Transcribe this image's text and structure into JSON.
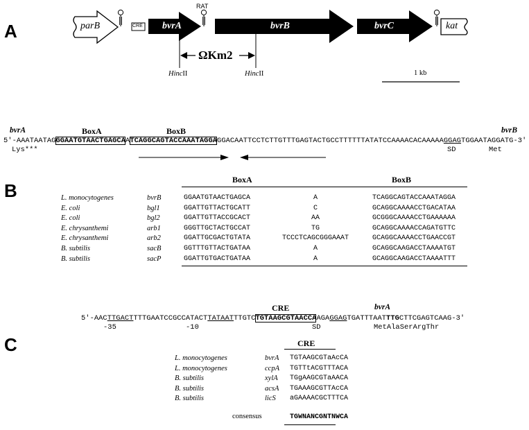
{
  "panel_a": {
    "letter": "A",
    "genes": {
      "parB": "parB",
      "cre": "CRE",
      "bvrA": "bvrA",
      "bvrB": "bvrB",
      "bvrC": "bvrC",
      "kat": "kat"
    },
    "rat": "RAT",
    "omega": "ΩKm2",
    "hinc_left": {
      "site": "Hinc",
      "roman": "II"
    },
    "hinc_right": {
      "site": "Hinc",
      "roman": "II"
    },
    "scale": "1 kb"
  },
  "sequence_bvr": {
    "gene_left": "bvrA",
    "gene_right": "bvrB",
    "box_a_label": "BoxA",
    "box_b_label": "BoxB",
    "prefix": "5'-AAATAATAG",
    "box_a": "GGAATGTAACTGAGCA",
    "between": "A",
    "box_b": "TCAGGCAGTACCAAATAGGA",
    "middle": "GGACAATTCCTCTTGTTTGAGTACTGCCTTTTTTATATCCAAAACACAAAAA",
    "sd": "GGAG",
    "suffix": "TGGAATAGGATG-3'",
    "lys": "Lys***",
    "sd_label": "SD",
    "met": "Met"
  },
  "panel_b": {
    "letter": "B",
    "col_box_a": "BoxA",
    "col_box_b": "BoxB",
    "rows": [
      {
        "organism": "L. monocytogenes",
        "gene": "bvrB",
        "box_a": "GGAATGTAACTGAGCA",
        "spacer": "A",
        "box_b": "TCAGGCAGTACCAAATAGGA"
      },
      {
        "organism": "E. coli",
        "gene": "bgl1",
        "box_a": "GGATTGTTACTGCATT",
        "spacer": "C",
        "box_b": "GCAGGCAAAACCTGACATAA"
      },
      {
        "organism": "E. coli",
        "gene": "bgl2",
        "box_a": "GGATTGTTACCGCACT",
        "spacer": "AA",
        "box_b": "GCGGGCAAAACCTGAAAAAA"
      },
      {
        "organism": "E. chrysanthemi",
        "gene": "arb1",
        "box_a": "GGGTTGCTACTGCCAT",
        "spacer": "TG",
        "box_b": "GCAGGCAAAACCAGATGTTC"
      },
      {
        "organism": "E. chrysanthemi",
        "gene": "arb2",
        "box_a": "GGATTGCGACTGTATA",
        "spacer": "TCCCTCAGCGGGAAAT",
        "box_b": "GCAGGCAAAACCTGAACCGT"
      },
      {
        "organism": "B. subtilis",
        "gene": "sacB",
        "box_a": "GGTTTGTTACTGATAA",
        "spacer": "A",
        "box_b": "GCAGGCAAGACCTAAAATGT"
      },
      {
        "organism": "B. subtilis",
        "gene": "sacP",
        "box_a": "GGATTGTGACTGATAA",
        "spacer": "A",
        "box_b": "GCAGGCAAGACCTAAAATTT"
      }
    ]
  },
  "sequence_cre": {
    "cre_label": "CRE",
    "gene": "bvrA",
    "s1": "5'-AAC",
    "m35": "TTGACT",
    "s2": "TTTGAATCCGCCATACT",
    "m10": "TATAAT",
    "s3": "TTGTC",
    "cre": "TGTAAGCGTAACCA",
    "s4": "AGA",
    "sd": "GGAG",
    "s5": "TGATTTAAT",
    "start": "TTG",
    "s6": "CTTCGAGTCAAG-3'",
    "minus35": "-35",
    "minus10": "-10",
    "sd_label": "SD",
    "aa": "MetAlaSerArgThr"
  },
  "panel_c": {
    "letter": "C",
    "header": "CRE",
    "rows": [
      {
        "organism": "L. monocytogenes",
        "gene": "bvrA",
        "seq": "TGTAAGCGTaAcCA"
      },
      {
        "organism": "L. monocytogenes",
        "gene": "ccpA",
        "seq": "TGTTtACGTTTACA"
      },
      {
        "organism": "B. subtilis",
        "gene": "xylA",
        "seq": "TGgAAGCGTaAACA"
      },
      {
        "organism": "B. subtilis",
        "gene": "acsA",
        "seq": "TGAAAGCGTTAcCA"
      },
      {
        "organism": "B. subtilis",
        "gene": "licS",
        "seq": "aGAAAACGCTTTCA"
      }
    ],
    "consensus_label": "consensus",
    "consensus": "TGWNANCGNTNWCA"
  }
}
